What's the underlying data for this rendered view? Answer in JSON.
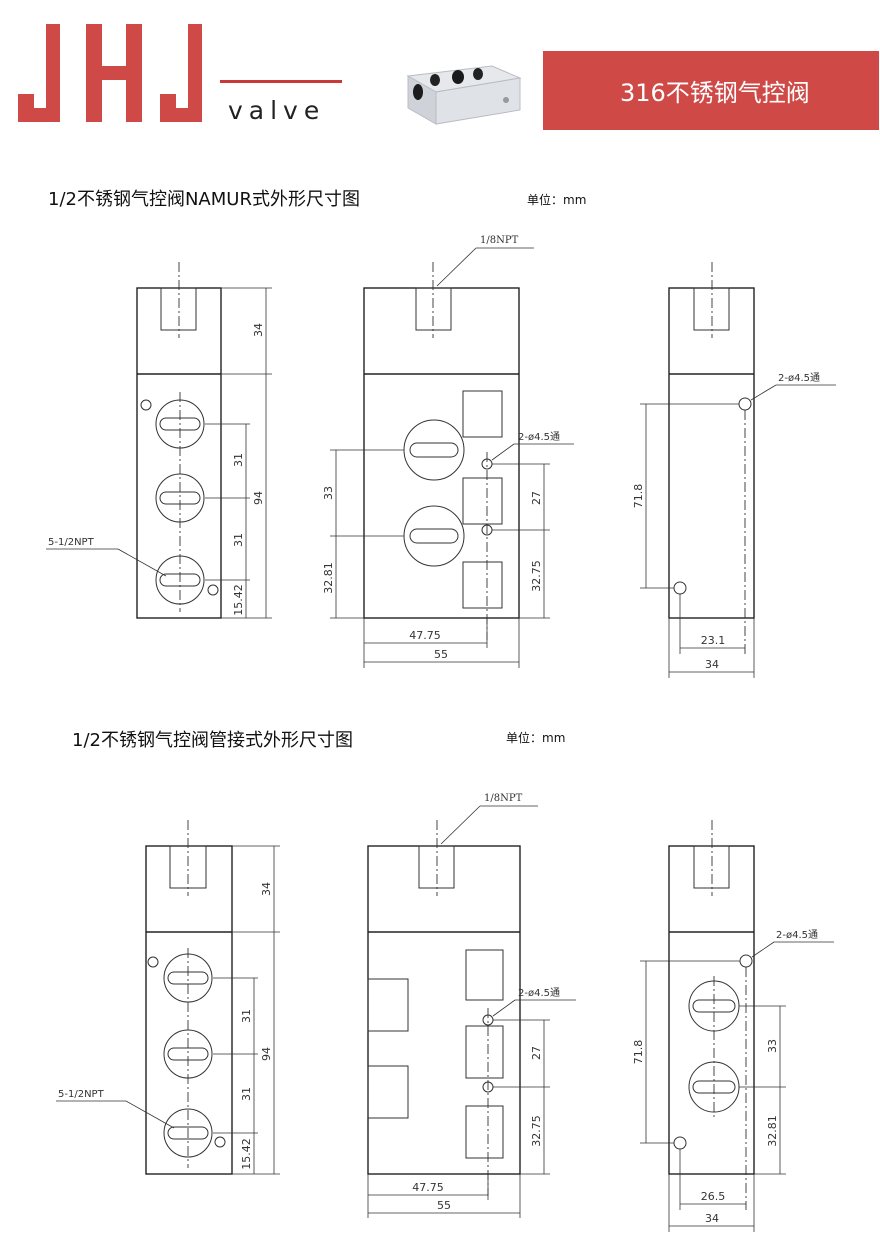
{
  "header": {
    "logo_letters": "JHJ",
    "logo_sub": "valve",
    "title": "316不锈钢气控阀",
    "brand_color": "#cf4a47"
  },
  "sections": [
    {
      "title": "1/2不锈钢气控阀NAMUR式外形尺寸图",
      "unit": "单位：mm",
      "labels": {
        "pilot": "1/8NPT",
        "ports": "5-1/2NPT",
        "hole_mid": "2-ø4.5通",
        "hole_right": "2-ø4.5通"
      },
      "dims": {
        "left_34": "34",
        "left_31a": "31",
        "left_94": "94",
        "left_31b": "31",
        "left_1542": "15.42",
        "mid_33": "33",
        "mid_3281": "32.81",
        "mid_27": "27",
        "mid_3275": "32.75",
        "mid_4775": "47.75",
        "mid_55": "55",
        "right_718": "71.8",
        "right_231": "23.1",
        "right_34": "34"
      }
    },
    {
      "title": "1/2不锈钢气控阀管接式外形尺寸图",
      "unit": "单位：mm",
      "labels": {
        "pilot": "1/8NPT",
        "ports": "5-1/2NPT",
        "hole_mid": "2-ø4.5通",
        "hole_right": "2-ø4.5通"
      },
      "dims": {
        "left_34": "34",
        "left_31a": "31",
        "left_94": "94",
        "left_31b": "31",
        "left_1542": "15.42",
        "mid_27": "27",
        "mid_3275": "32.75",
        "mid_4775": "47.75",
        "mid_55": "55",
        "right_718": "71.8",
        "right_33": "33",
        "right_3281": "32.81",
        "right_265": "26.5",
        "right_34": "34"
      }
    }
  ]
}
